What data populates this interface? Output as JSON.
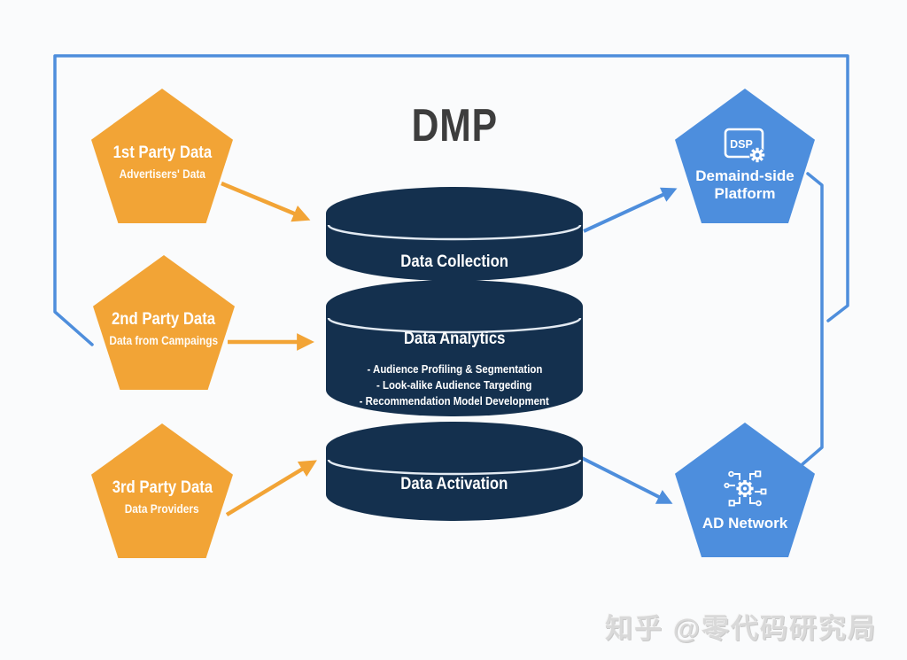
{
  "page": {
    "title": "DMP",
    "watermark": "知乎 @零代码研究局"
  },
  "colors": {
    "source_orange": "#F2A436",
    "db_navy": "#14304E",
    "dest_blue": "#4D8EDD",
    "connector_blue": "#4E8EDC",
    "title_gray": "#3D3D3D",
    "background": "#FAFBFC"
  },
  "sources": [
    {
      "title": "1st Party Data",
      "subtitle": "Advertisers' Data"
    },
    {
      "title": "2nd Party Data",
      "subtitle": "Data from Campaings"
    },
    {
      "title": "3rd Party Data",
      "subtitle": "Data Providers"
    }
  ],
  "dmp_layers": [
    {
      "label": "Data Collection"
    },
    {
      "label": "Data Analytics",
      "details": [
        "- Audience Profiling & Segmentation",
        "- Look-alike Audience Targeding",
        "- Recommendation Model Development"
      ]
    },
    {
      "label": "Data Activation"
    }
  ],
  "destinations": [
    {
      "label": "Demaind-side Platform",
      "icon": "dsp-icon",
      "icon_text": "DSP"
    },
    {
      "label": "AD Network",
      "icon": "network-icon"
    }
  ]
}
